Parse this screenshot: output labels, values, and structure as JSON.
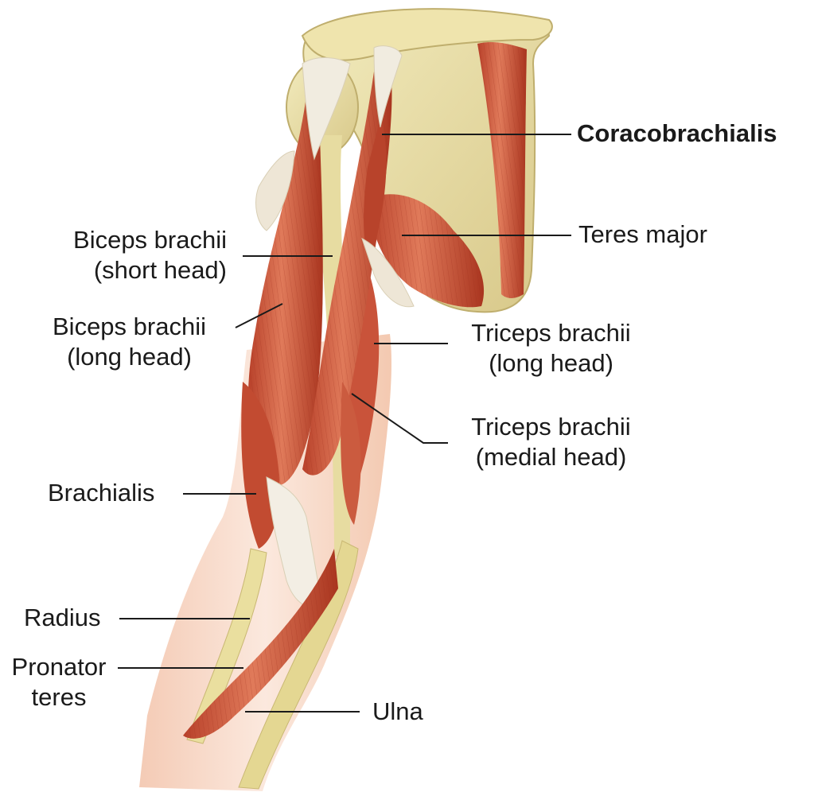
{
  "labels": {
    "coracobrachialis": "Coracobrachialis",
    "teres_major": "Teres major",
    "biceps_short_1": "Biceps brachii",
    "biceps_short_2": "(short head)",
    "biceps_long_1": "Biceps brachii",
    "biceps_long_2": "(long head)",
    "triceps_long_1": "Triceps brachii",
    "triceps_long_2": "(long head)",
    "triceps_medial_1": "Triceps brachii",
    "triceps_medial_2": "(medial head)",
    "brachialis": "Brachialis",
    "radius": "Radius",
    "pronator_1": "Pronator",
    "pronator_2": "teres",
    "ulna": "Ulna"
  },
  "colors": {
    "bone": "#e9dfa6",
    "bone_shadow": "#c9b873",
    "muscle": "#cf5a3c",
    "muscle_dark": "#a8341f",
    "tendon": "#f1ece0",
    "skin": "#f7d8c6",
    "leader_line": "#1a1a1a"
  }
}
